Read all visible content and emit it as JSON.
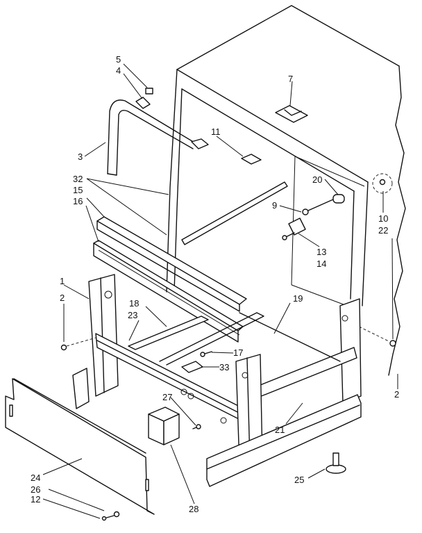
{
  "diagram": {
    "type": "exploded-parts-view",
    "colors": {
      "line": "#111111",
      "background": "#ffffff"
    },
    "callouts": [
      {
        "id": "c5",
        "text": "5"
      },
      {
        "id": "c4",
        "text": "4"
      },
      {
        "id": "c3",
        "text": "3"
      },
      {
        "id": "c7",
        "text": "7"
      },
      {
        "id": "c11",
        "text": "11"
      },
      {
        "id": "c32",
        "text": "32"
      },
      {
        "id": "c15",
        "text": "15"
      },
      {
        "id": "c16",
        "text": "16"
      },
      {
        "id": "c20",
        "text": "20"
      },
      {
        "id": "c9",
        "text": "9"
      },
      {
        "id": "c10",
        "text": "10"
      },
      {
        "id": "c22",
        "text": "22"
      },
      {
        "id": "c13",
        "text": "13"
      },
      {
        "id": "c14",
        "text": "14"
      },
      {
        "id": "c1",
        "text": "1"
      },
      {
        "id": "c2a",
        "text": "2"
      },
      {
        "id": "c18",
        "text": "18"
      },
      {
        "id": "c23",
        "text": "23"
      },
      {
        "id": "c19",
        "text": "19"
      },
      {
        "id": "c17",
        "text": "17"
      },
      {
        "id": "c33",
        "text": "33"
      },
      {
        "id": "c2b",
        "text": "2"
      },
      {
        "id": "c27",
        "text": "27"
      },
      {
        "id": "c21",
        "text": "21"
      },
      {
        "id": "c24",
        "text": "24"
      },
      {
        "id": "c26",
        "text": "26"
      },
      {
        "id": "c12",
        "text": "12"
      },
      {
        "id": "c28",
        "text": "28"
      },
      {
        "id": "c25",
        "text": "25"
      }
    ]
  }
}
